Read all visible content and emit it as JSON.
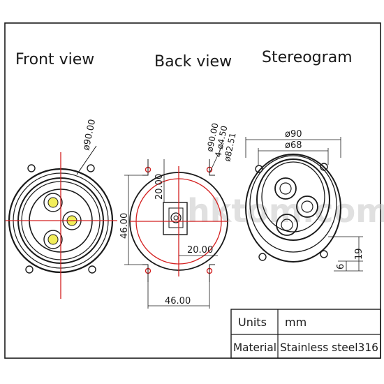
{
  "views": {
    "front": {
      "title": "Front view",
      "dims": {
        "diameter": "ø90.00"
      }
    },
    "back": {
      "title": "Back view",
      "dims": {
        "outer": "ø90.00",
        "holes": "4-ø4.50",
        "pcd": "ø82.51",
        "top_height": "20.00",
        "left_height": "46.00",
        "inner_width": "20.00",
        "bottom_width": "46.00"
      }
    },
    "stereo": {
      "title": "Stereogram",
      "dims": {
        "outer": "ø90",
        "inner": "ø68",
        "height_total": "19",
        "height_flange": "6"
      }
    }
  },
  "watermark": "hktom.com",
  "table": {
    "units_label": "Units",
    "units_value": "mm",
    "material_label": "Material",
    "material_value": "Stainless steel316"
  },
  "colors": {
    "line": "#1a1a1a",
    "center_line": "#d42020",
    "led": "#f2ee5a"
  }
}
